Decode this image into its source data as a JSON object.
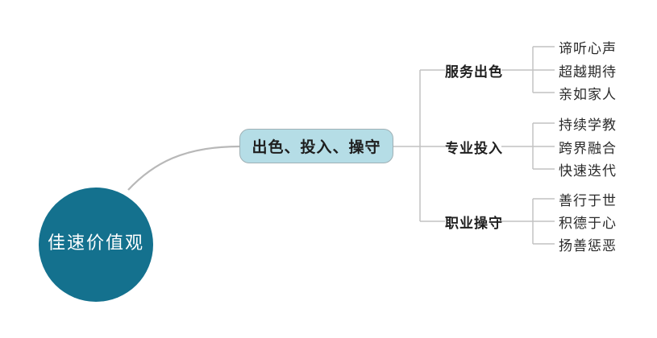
{
  "diagram": {
    "root": {
      "label": "佳速价值观"
    },
    "center": {
      "label": "出色、投入、操守"
    },
    "branches": [
      {
        "label": "服务出色",
        "children": [
          "谛听心声",
          "超越期待",
          "亲如家人"
        ]
      },
      {
        "label": "专业投入",
        "children": [
          "持续学教",
          "跨界融合",
          "快速迭代"
        ]
      },
      {
        "label": "职业操守",
        "children": [
          "善行于世",
          "积德于心",
          "扬善惩恶"
        ]
      }
    ],
    "colors": {
      "root_fill": "#14718e",
      "root_text": "#ffffff",
      "center_fill": "#b5dde6",
      "center_border": "#9fb0b5",
      "connector": "#bdbdbd",
      "text": "#262626"
    }
  }
}
